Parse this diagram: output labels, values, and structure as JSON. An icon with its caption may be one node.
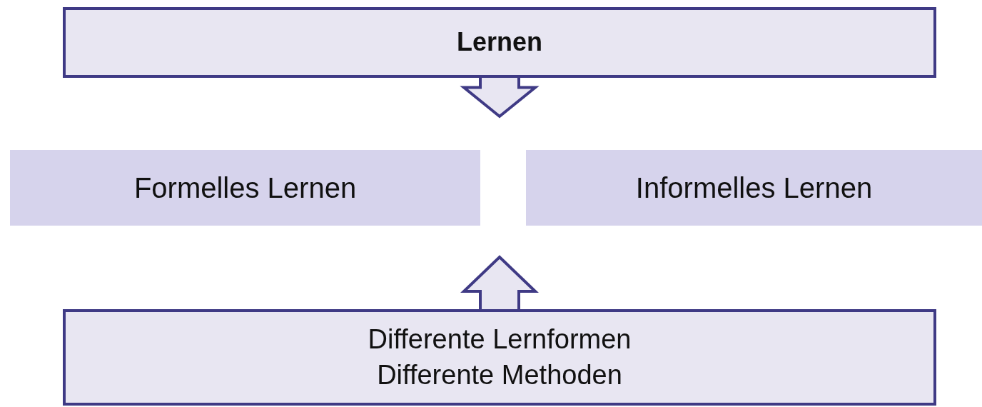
{
  "diagram": {
    "nodes": [
      {
        "text": [
          "Lernen"
        ]
      },
      {
        "text": [
          "Formelles Lernen"
        ]
      },
      {
        "text": [
          "Informelles Lernen"
        ]
      },
      {
        "text": [
          "Differente Lernformen",
          "Differente Methoden"
        ]
      }
    ],
    "edges": [
      {
        "from": 0,
        "to": null,
        "arrow": "to"
      },
      {
        "from": 3,
        "to": null,
        "arrow": "to"
      }
    ]
  }
}
